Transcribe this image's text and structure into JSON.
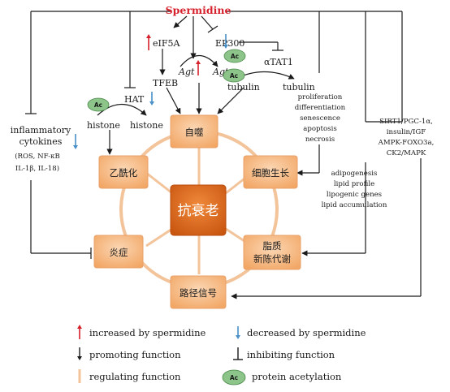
{
  "title": "Spermidine",
  "center": "抗衰老",
  "boxes": {
    "autophagy": "自噬",
    "cell_growth": "细胞生长",
    "lipid_1": "脂质",
    "lipid_2": "新陈代谢",
    "signaling": "路径信号",
    "inflammation": "炎症",
    "acetylation": "乙酰化"
  },
  "nodes": {
    "eif5a": "eIF5A",
    "ep300": "EP300",
    "agt1": "Agt",
    "agt2": "Agt",
    "atat1": "αTAT1",
    "tfeb": "TFEB",
    "hat": "HAT",
    "tubulin1": "tubulin",
    "tubulin2": "tubulin",
    "histone1": "histone",
    "histone2": "histone",
    "ac": "Ac"
  },
  "cell_growth_list": [
    "proliferation",
    "differentiation",
    "senescence",
    "apoptosis",
    "necrosis"
  ],
  "lipid_list": [
    "adipogenesis",
    "lipid profile",
    "lipogenic genes",
    "lipid accumulation"
  ],
  "signaling_list": [
    "SIRT1/PGC-1α,",
    "insulin/IGF",
    "AMPK-FOXO3a,",
    "CK2/MAPK"
  ],
  "inflammation_list": [
    "inflammatory",
    "cytokines",
    "(ROS, NF-κB",
    "IL-1β, IL-18)"
  ],
  "legend": {
    "increased": "increased by spermidine",
    "decreased": "decreased by spermidine",
    "promoting": "promoting function",
    "inhibiting": "inhibiting function",
    "regulating": "regulating function",
    "acetylation": "protein acetylation"
  },
  "colors": {
    "red_arrow": "#d6202b",
    "blue_arrow": "#4a90c8",
    "box_fill": "#f5b27a",
    "center_fill": "#e06a1c",
    "ac_fill": "#8cc48a",
    "regulating_line": "#f3c39a"
  }
}
